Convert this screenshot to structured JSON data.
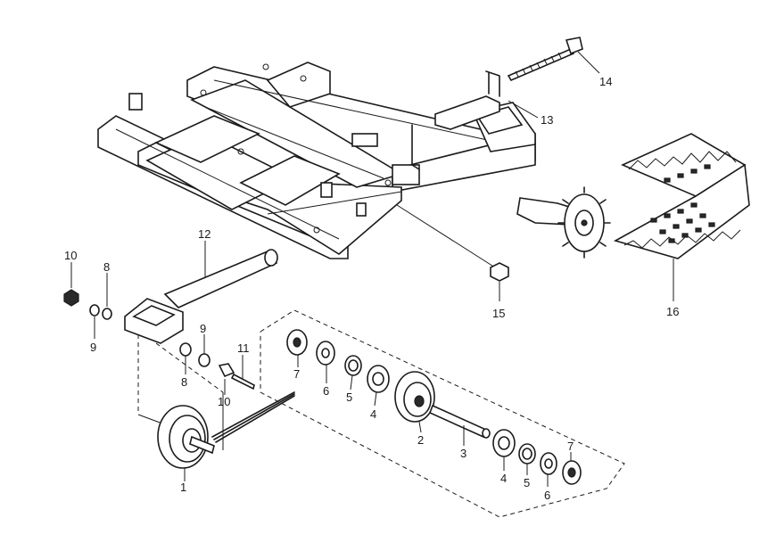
{
  "callouts": {
    "c1": "1",
    "c2": "2",
    "c3": "3",
    "c4a": "4",
    "c4b": "4",
    "c5a": "5",
    "c5b": "5",
    "c6a": "6",
    "c6b": "6",
    "c7a": "7",
    "c7b": "7",
    "c8a": "8",
    "c8b": "8",
    "c9a": "9",
    "c9b": "9",
    "c10a": "10",
    "c10b": "10",
    "c11": "11",
    "c12": "12",
    "c13": "13",
    "c14": "14",
    "c15": "15",
    "c16": "16"
  },
  "colors": {
    "ink": "#1b1b1b",
    "paper": "#ffffff"
  }
}
